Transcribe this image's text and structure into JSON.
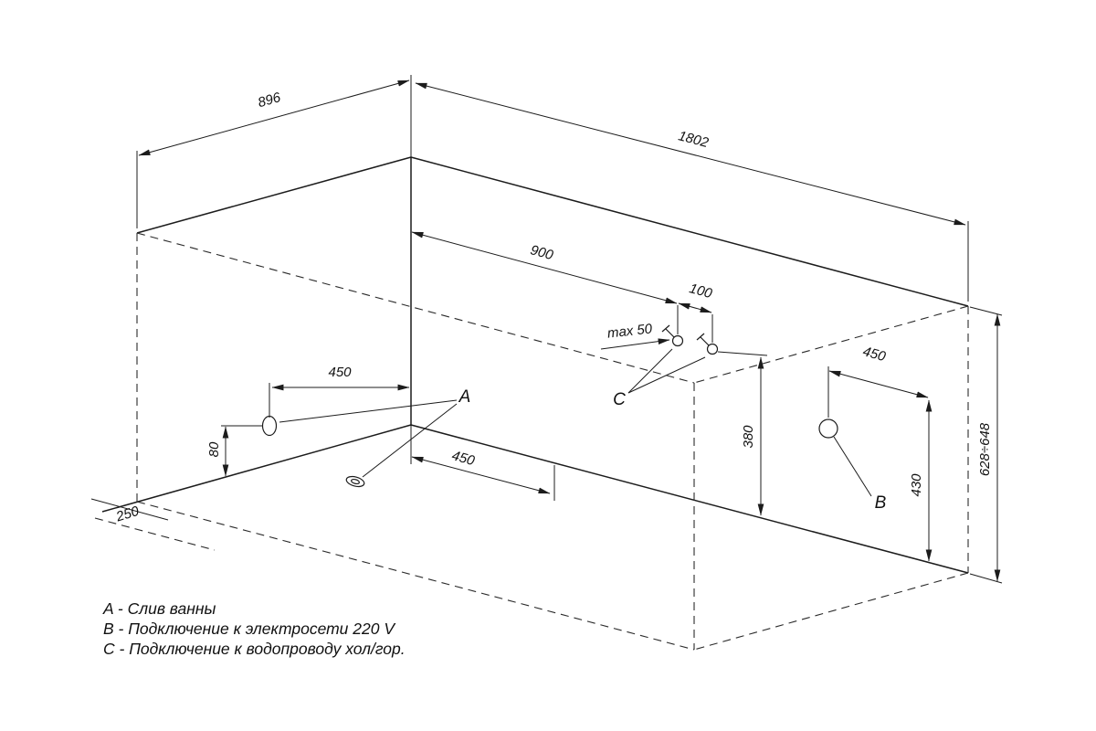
{
  "dims": {
    "depth": "896",
    "width": "1802",
    "c_run": "900",
    "c_gap": "100",
    "c_max": "max 50",
    "a_wall_offset": "450",
    "a_floor_offset": "450",
    "b_offset": "450",
    "a_height": "80",
    "apron": "250",
    "c_height": "380",
    "b_height": "430",
    "height": "628÷648"
  },
  "points": {
    "a": "A",
    "b": "B",
    "c": "C"
  },
  "legend": [
    "A - Слив ванны",
    "B - Подключение к электросети 220 V",
    "C - Подключение к водопроводу хол/гор."
  ]
}
